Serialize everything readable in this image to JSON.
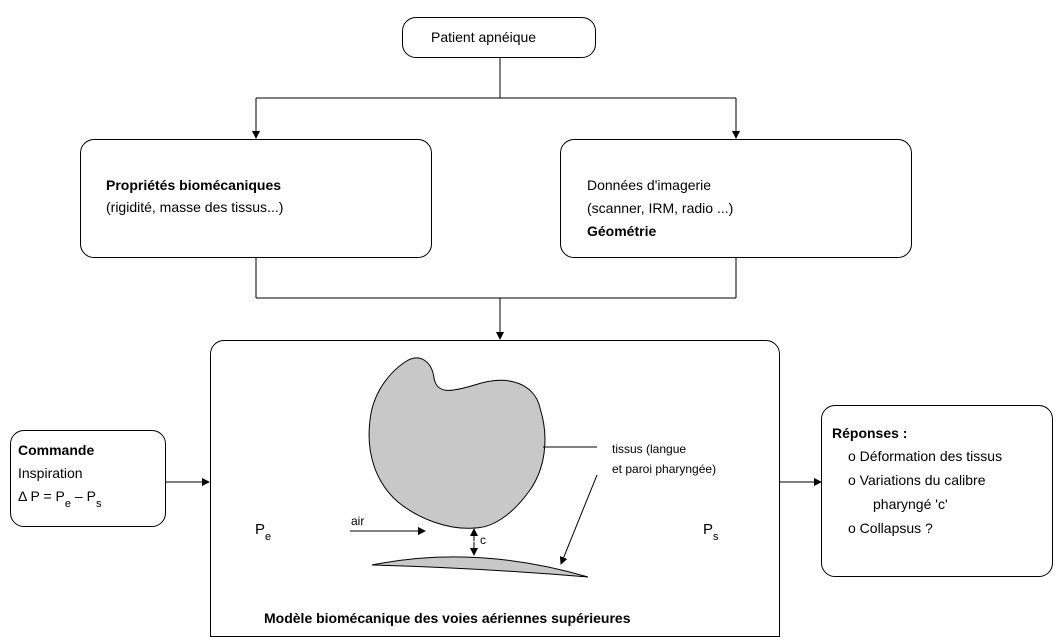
{
  "top": {
    "title": "Patient apnéique"
  },
  "biomech": {
    "title": "Propriétés biomécaniques",
    "subtitle": "(rigidité, masse des tissus...)"
  },
  "imaging": {
    "line1": "Données d'imagerie",
    "line2": "(scanner, IRM, radio ...)",
    "line3": "Géométrie",
    "icon": "head-profile-icon"
  },
  "command": {
    "title": "Commande",
    "line1": "Inspiration",
    "delta": "Δ",
    "p": "P",
    "eq": "=",
    "pe": "P",
    "pe_sub": "e",
    "minus": "–",
    "ps": "P",
    "ps_sub": "s"
  },
  "model": {
    "title": "Modèle biomécanique des voies aériennes supérieures",
    "pe": "P",
    "pe_sub": "e",
    "ps": "P",
    "ps_sub": "s",
    "air": "air",
    "c": "c",
    "tissue_line1": "tissus (langue",
    "tissue_line2": "et paroi pharyngée)"
  },
  "responses": {
    "title": "Réponses :",
    "items": [
      "o Déformation des tissus",
      "o Variations du calibre",
      "pharyngé 'c'",
      "o Collapsus ?"
    ]
  },
  "colors": {
    "tissue_fill": "#c8c8c8",
    "line": "#000000"
  }
}
